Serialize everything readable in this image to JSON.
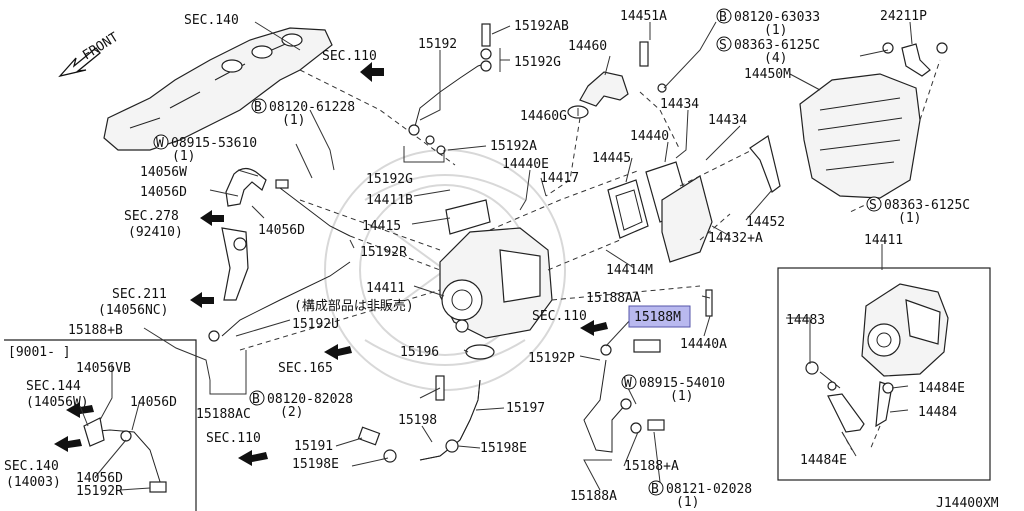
{
  "diagram": {
    "front_label": "FRONT",
    "drawing_code": "J14400XM",
    "jp_note": "(構成部品は非販売)",
    "highlight_color": "#b9b9ef",
    "highlighted_part": "15188M",
    "inset_left_header": "[9001-      ]",
    "labels": {
      "sec140_top": "SEC.140",
      "sec110_top": "SEC.110",
      "p15192": "15192",
      "p15192AB": "15192AB",
      "p15192G_top": "15192G",
      "p14451A": "14451A",
      "b08120_63033": "08120-63033",
      "b08120_63033_qty": "(1)",
      "p24211P": "24211P",
      "s08363_6125C_a": "08363-6125C",
      "s08363_6125C_a_qty": "(4)",
      "p14460": "14460",
      "p14450M": "14450M",
      "b08120_61228": "08120-61228",
      "b08120_61228_qty": "(1)",
      "w08915_53610": "08915-53610",
      "w08915_53610_qty": "(1)",
      "p14460G": "14460G",
      "p14434_a": "14434",
      "p14434_b": "14434",
      "p14440": "14440",
      "p15192A": "15192A",
      "p14440E": "14440E",
      "p14445": "14445",
      "p14056W": "14056W",
      "p14056D_a": "14056D",
      "p15192G_mid": "15192G",
      "p14417": "14417",
      "p14411B": "14411B",
      "sec278": "SEC.278",
      "sec278_sub": "(92410)",
      "p14056D_b": "14056D",
      "p14415": "14415",
      "p14452": "14452",
      "s08363_6125C_b": "08363-6125C",
      "s08363_6125C_b_qty": "(1)",
      "p15192R_a": "15192R",
      "p14432A": "14432+A",
      "p14411_right": "14411",
      "p14414M": "14414M",
      "p14411_mid": "14411",
      "sec211": "SEC.211",
      "sec211_sub": "(14056NC)",
      "p15188AA": "15188AA",
      "sec110_mid": "SEC.110",
      "p15188M": "15188M",
      "p15188B": "15188+B",
      "p15192U": "15192U",
      "p14440A": "14440A",
      "p14483": "14483",
      "p15196": "15196",
      "p15192P": "15192P",
      "w08915_54010": "08915-54010",
      "w08915_54010_qty": "(1)",
      "sec165": "SEC.165",
      "p14484E_a": "14484E",
      "p14484": "14484",
      "p14056VB": "14056VB",
      "sec144": "SEC.144",
      "sec144_sub": "(14056W)",
      "p14056D_c": "14056D",
      "p15188AC": "15188AC",
      "b08120_82028": "08120-82028",
      "b08120_82028_qty": "(2)",
      "p15197": "15197",
      "sec110_bot": "SEC.110",
      "p15198": "15198",
      "p15191": "15191",
      "p15198E_a": "15198E",
      "p15198E_b": "15198E",
      "p15188A_plus": "15188+A",
      "p14484E_b": "14484E",
      "sec140_bot": "SEC.140",
      "sec140_bot_sub": "(14003)",
      "p14056D_d": "14056D",
      "p15192R_b": "15192R",
      "p15188A": "15188A",
      "b08121_02028": "08121-02028",
      "b08121_02028_qty": "(1)",
      "circle_B": "B",
      "circle_W": "W",
      "circle_S": "S"
    }
  }
}
